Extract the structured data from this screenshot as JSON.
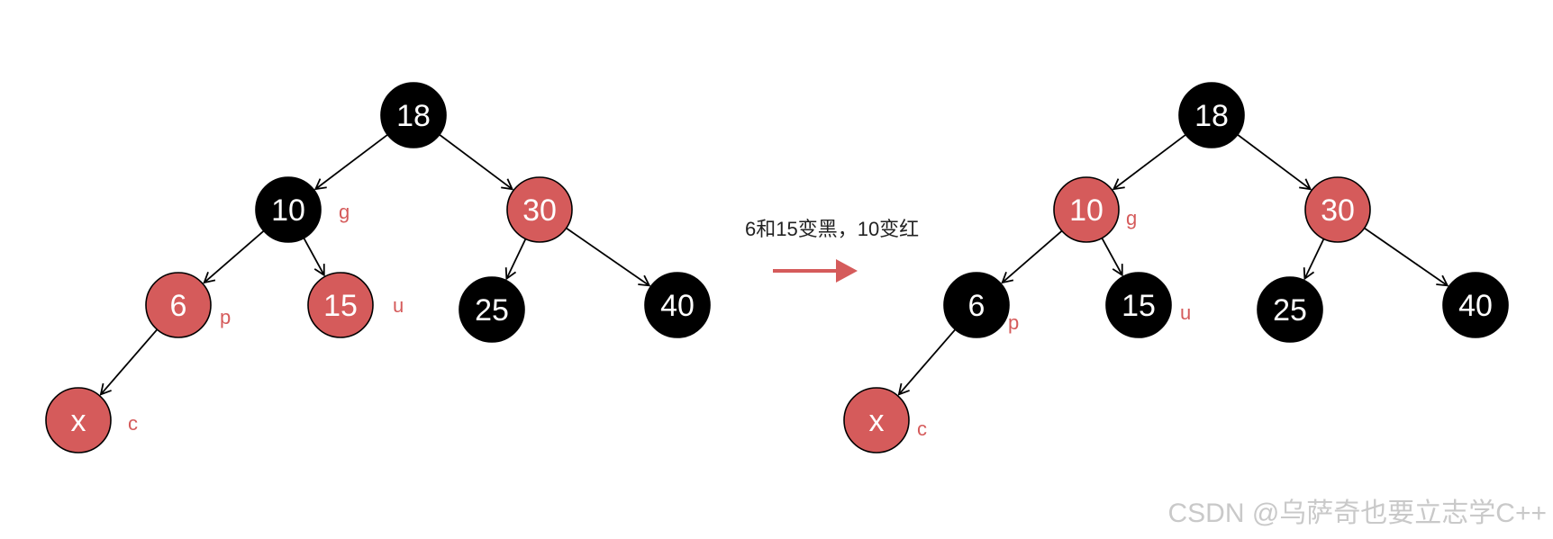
{
  "colors": {
    "red": "#d55b5b",
    "black": "#000000",
    "node_text": "#ffffff",
    "edge": "#000000",
    "tag": "#d55b5b",
    "watermark": "#c9c9c9"
  },
  "before": {
    "nodes": [
      {
        "id": "n18",
        "label": "18",
        "color": "black"
      },
      {
        "id": "n10",
        "label": "10",
        "color": "black",
        "tag": "g"
      },
      {
        "id": "n30",
        "label": "30",
        "color": "red"
      },
      {
        "id": "n6",
        "label": "6",
        "color": "red",
        "tag": "p"
      },
      {
        "id": "n15",
        "label": "15",
        "color": "red",
        "tag": "u"
      },
      {
        "id": "n25",
        "label": "25",
        "color": "black"
      },
      {
        "id": "n40",
        "label": "40",
        "color": "black"
      },
      {
        "id": "nx",
        "label": "x",
        "color": "red",
        "tag": "c"
      }
    ],
    "edges": [
      [
        "n18",
        "n10"
      ],
      [
        "n18",
        "n30"
      ],
      [
        "n10",
        "n6"
      ],
      [
        "n10",
        "n15"
      ],
      [
        "n30",
        "n25"
      ],
      [
        "n30",
        "n40"
      ],
      [
        "n6",
        "nx"
      ]
    ]
  },
  "after": {
    "nodes": [
      {
        "id": "n18",
        "label": "18",
        "color": "black"
      },
      {
        "id": "n10",
        "label": "10",
        "color": "red",
        "tag": "g"
      },
      {
        "id": "n30",
        "label": "30",
        "color": "red"
      },
      {
        "id": "n6",
        "label": "6",
        "color": "black",
        "tag": "p"
      },
      {
        "id": "n15",
        "label": "15",
        "color": "black",
        "tag": "u"
      },
      {
        "id": "n25",
        "label": "25",
        "color": "black"
      },
      {
        "id": "n40",
        "label": "40",
        "color": "black"
      },
      {
        "id": "nx",
        "label": "x",
        "color": "red",
        "tag": "c"
      }
    ],
    "edges": [
      [
        "n18",
        "n10"
      ],
      [
        "n18",
        "n30"
      ],
      [
        "n10",
        "n6"
      ],
      [
        "n10",
        "n15"
      ],
      [
        "n30",
        "n25"
      ],
      [
        "n30",
        "n40"
      ],
      [
        "n6",
        "nx"
      ]
    ]
  },
  "transition": {
    "caption": "6和15变黑，10变红"
  },
  "watermark": "CSDN @乌萨奇也要立志学C++"
}
